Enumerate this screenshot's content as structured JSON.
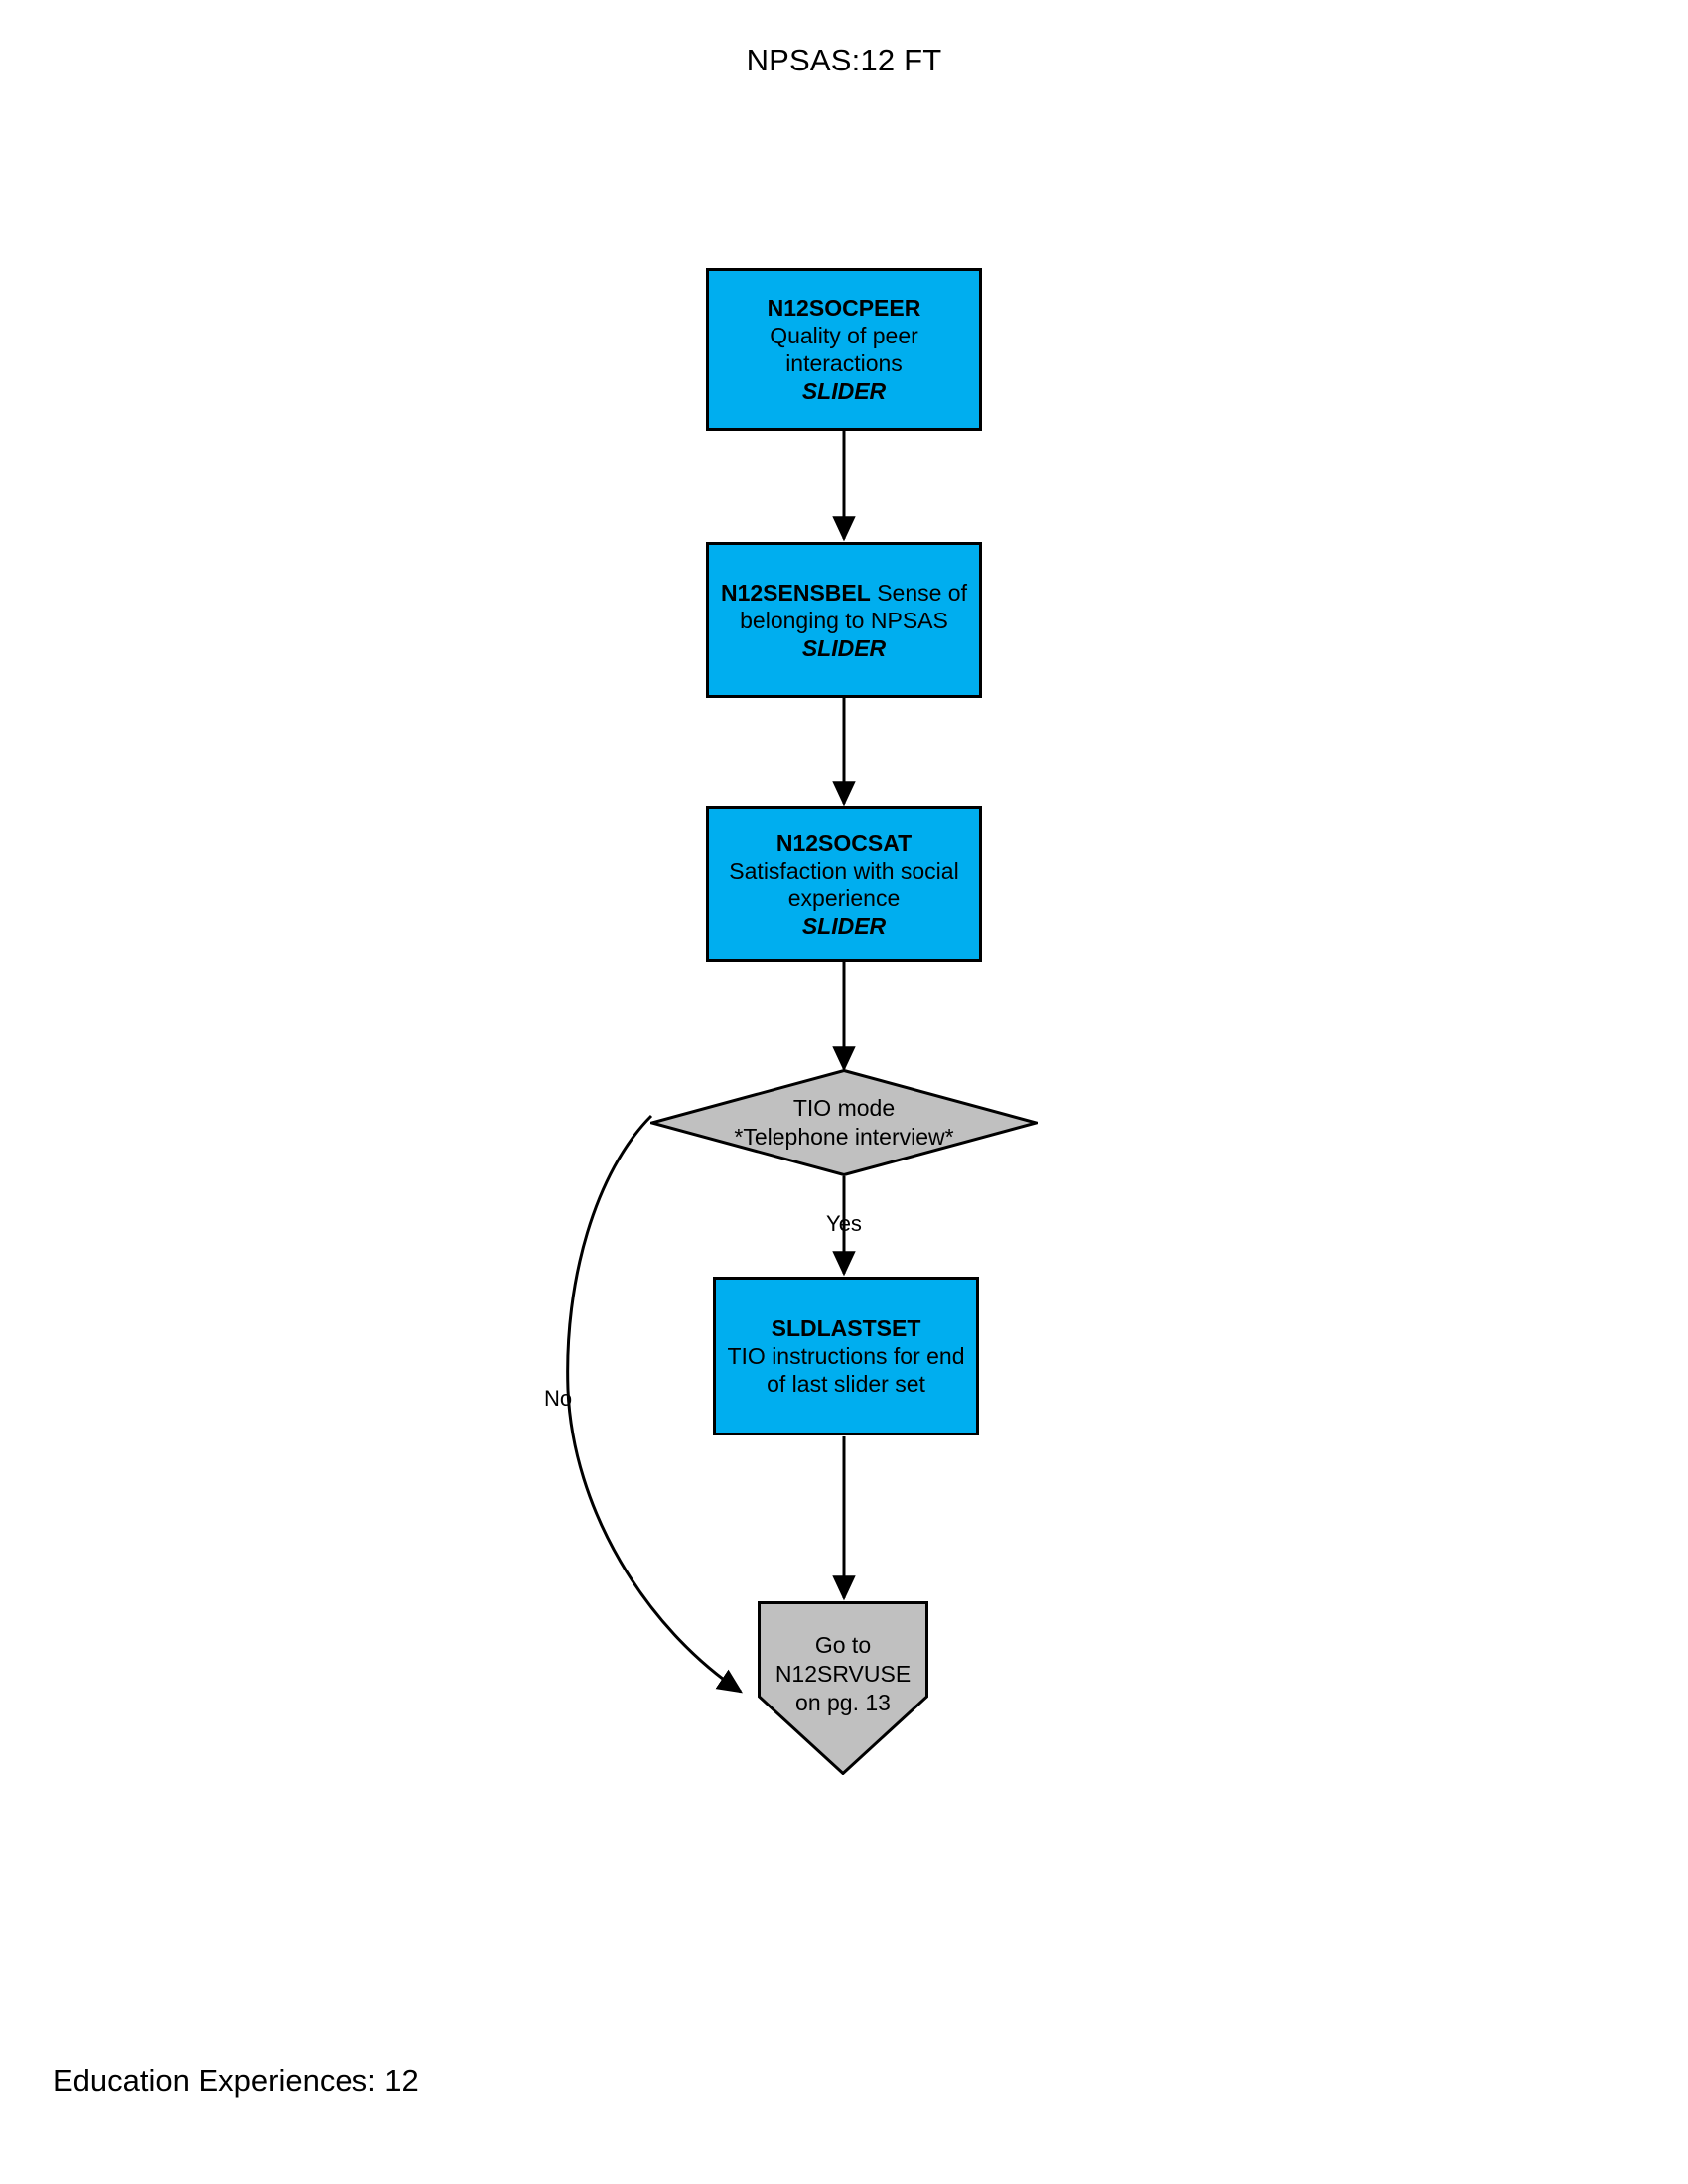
{
  "page": {
    "title": "NPSAS:12 FT",
    "footer": "Education Experiences: 12"
  },
  "colors": {
    "process_fill": "#00AEEF",
    "decision_fill": "#C0C0C0",
    "offpage_fill": "#C0C0C0",
    "stroke": "#000000",
    "background": "#FFFFFF"
  },
  "flowchart": {
    "type": "flowchart",
    "nodes": [
      {
        "id": "n12socpeer",
        "shape": "process",
        "var_name": "N12SOCPEER",
        "description": "Quality of peer interactions",
        "tag": "SLIDER"
      },
      {
        "id": "n12sensbel",
        "shape": "process",
        "var_name": "N12SENSBEL",
        "description": "Sense of belonging to NPSAS",
        "tag": "SLIDER"
      },
      {
        "id": "n12socsat",
        "shape": "process",
        "var_name": "N12SOCSAT",
        "description": "Satisfaction with social experience",
        "tag": "SLIDER"
      },
      {
        "id": "tio-mode",
        "shape": "decision",
        "line1": "TIO mode",
        "line2": "*Telephone interview*"
      },
      {
        "id": "sldlastset",
        "shape": "process",
        "var_name": "SLDLASTSET",
        "description": "TIO instructions for end of last slider set"
      },
      {
        "id": "goto-n12srvuse",
        "shape": "offpage",
        "line1": "Go to",
        "line2": "N12SRVUSE",
        "line3": "on pg. 13"
      }
    ],
    "edges": [
      {
        "from": "n12socpeer",
        "to": "n12sensbel",
        "label": ""
      },
      {
        "from": "n12sensbel",
        "to": "n12socsat",
        "label": ""
      },
      {
        "from": "n12socsat",
        "to": "tio-mode",
        "label": ""
      },
      {
        "from": "tio-mode",
        "to": "sldlastset",
        "label": "Yes"
      },
      {
        "from": "sldlastset",
        "to": "goto-n12srvuse",
        "label": ""
      },
      {
        "from": "tio-mode",
        "to": "goto-n12srvuse",
        "label": "No"
      }
    ]
  }
}
